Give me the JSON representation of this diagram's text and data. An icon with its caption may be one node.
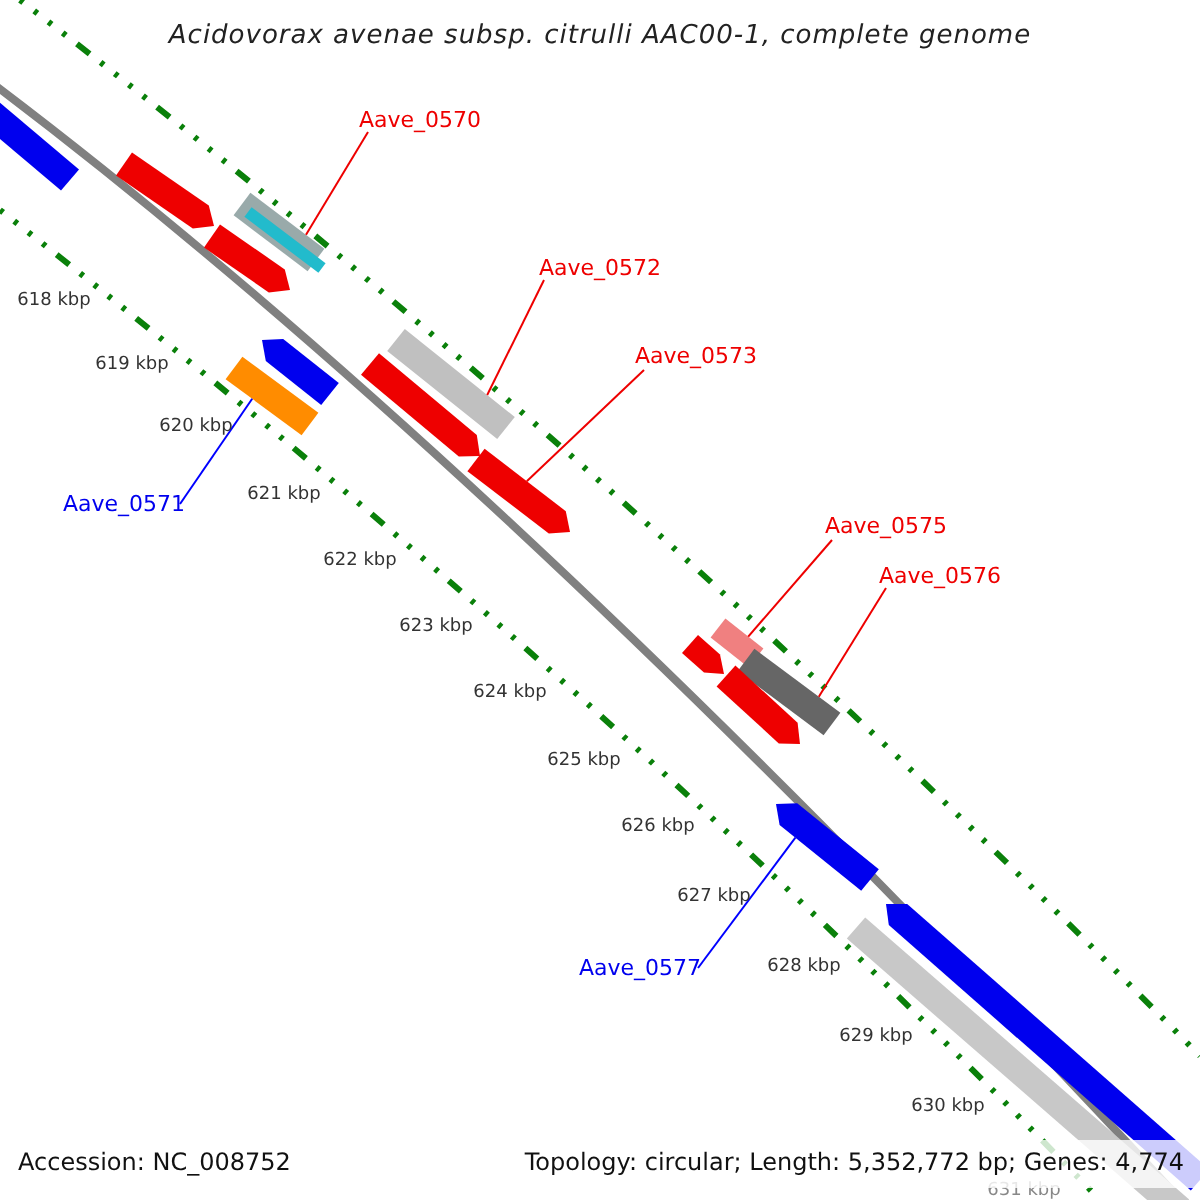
{
  "diagram": {
    "title": "Acidovorax avenae subsp. citrulli AAC00-1, complete genome",
    "nodes": [
      {
        "text": [
          "Aave_0570"
        ]
      },
      {
        "text": [],
        "shape": "bar"
      },
      {
        "text": [
          "Aave_0572"
        ]
      },
      {
        "text": [],
        "shape": "bar"
      },
      {
        "text": [
          "Aave_0573"
        ]
      },
      {
        "text": [],
        "shape": "arrow"
      },
      {
        "text": [
          "Aave_0571"
        ]
      },
      {
        "text": [],
        "shape": "bar"
      },
      {
        "text": [
          "Aave_0575"
        ]
      },
      {
        "text": [],
        "shape": "bar"
      },
      {
        "text": [
          "Aave_0576"
        ]
      },
      {
        "text": [],
        "shape": "bar"
      },
      {
        "text": [
          "Aave_0577"
        ]
      },
      {
        "text": [],
        "shape": "arrow"
      },
      {
        "text": [],
        "shape": "bar"
      },
      {
        "text": [],
        "shape": "arrow"
      },
      {
        "text": [],
        "shape": "arrow"
      },
      {
        "text": [],
        "shape": "arrow"
      },
      {
        "text": [],
        "shape": "arrow"
      },
      {
        "text": [],
        "shape": "arrow"
      },
      {
        "text": [],
        "shape": "arrow"
      },
      {
        "text": [],
        "shape": "arrow"
      },
      {
        "text": [],
        "shape": "bar"
      }
    ],
    "edges": [
      {
        "from": 0,
        "to": 1,
        "arrow": "none"
      },
      {
        "from": 2,
        "to": 3,
        "arrow": "none"
      },
      {
        "from": 4,
        "to": 5,
        "arrow": "none"
      },
      {
        "from": 6,
        "to": 7,
        "arrow": "none",
        "color": "#0000ff"
      },
      {
        "from": 8,
        "to": 9,
        "arrow": "none"
      },
      {
        "from": 10,
        "to": 11,
        "arrow": "none"
      },
      {
        "from": 12,
        "to": 13,
        "arrow": "none",
        "color": "#0000ff"
      }
    ],
    "labels": [
      "618 kbp",
      "619 kbp",
      "620 kbp",
      "621 kbp",
      "622 kbp",
      "623 kbp",
      "624 kbp",
      "625 kbp",
      "626 kbp",
      "627 kbp",
      "628 kbp",
      "629 kbp",
      "630 kbp",
      "631 kbp",
      "Accession: NC_008752",
      "Topology: circular; Length: 5,352,772 bp; Genes: 4,774"
    ]
  }
}
